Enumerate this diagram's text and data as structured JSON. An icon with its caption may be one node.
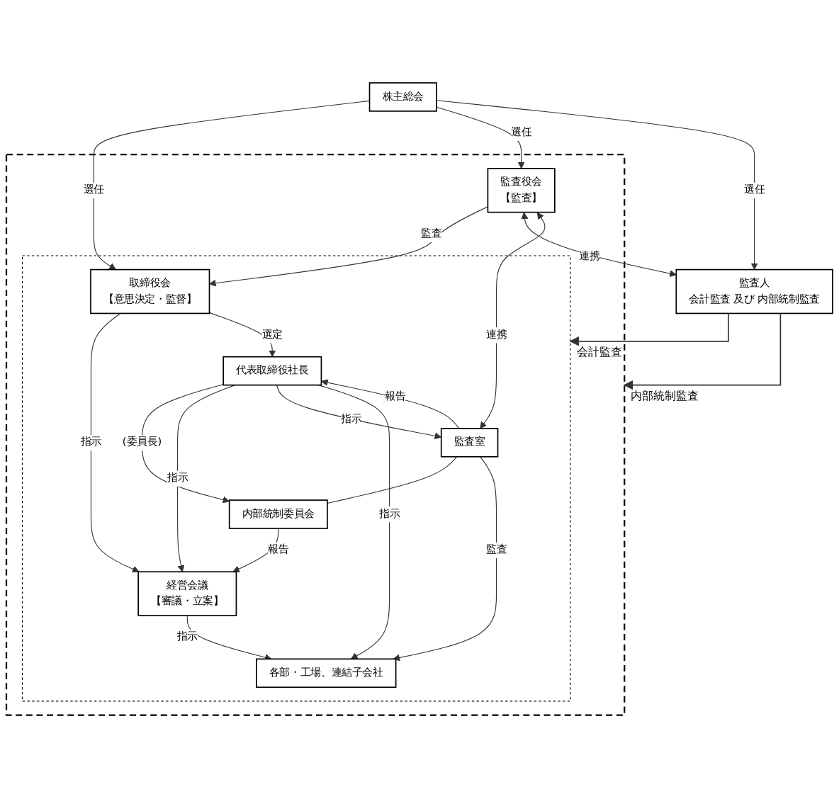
{
  "diagram": {
    "nodes": [
      {
        "text": [
          "株主総会"
        ]
      },
      {
        "text": [],
        "shape": "box"
      },
      {
        "text": [],
        "shape": "box",
        "in": 1
      },
      {
        "text": [
          "取締役会",
          "【意思決定・監督】"
        ],
        "in": 2
      },
      {
        "text": [
          "監査役会",
          "【監査】"
        ],
        "in": 1
      },
      {
        "text": [
          "監査人",
          "会計監査 及び 内部統制監査"
        ]
      },
      {
        "text": [
          "代表取締役社長"
        ],
        "in": 2
      },
      {
        "text": [
          "監査室"
        ],
        "in": 2
      },
      {
        "text": [
          "内部統制委員会"
        ],
        "in": 2
      },
      {
        "text": [
          "経営会議",
          "【審議・立案】"
        ],
        "in": 2
      },
      {
        "text": [
          "各部・工場、連結子会社"
        ],
        "in": 2
      }
    ],
    "edges": [
      {
        "from": 0,
        "to": 3,
        "arrow": "to",
        "label": "選任"
      },
      {
        "from": 0,
        "to": 4,
        "arrow": "to",
        "label": "選任"
      },
      {
        "from": 0,
        "to": 5,
        "arrow": "to",
        "label": "選任"
      },
      {
        "from": 4,
        "to": 3,
        "arrow": "to",
        "label": "監査"
      },
      {
        "from": 4,
        "to": 5,
        "arrow": "both",
        "label": "連携"
      },
      {
        "from": 3,
        "to": 9,
        "arrow": "to",
        "label": "指示"
      },
      {
        "from": 3,
        "to": 6,
        "arrow": "to",
        "label": "選定"
      },
      {
        "from": 7,
        "to": 6,
        "arrow": "to",
        "label": "報告"
      },
      {
        "from": 4,
        "to": 7,
        "arrow": "both",
        "label": "連携"
      },
      {
        "from": 6,
        "to": 8,
        "arrow": "to",
        "label": "(委員長)"
      },
      {
        "from": 6,
        "to": 9,
        "arrow": "to",
        "label": "指示"
      },
      {
        "from": 6,
        "to": 7,
        "arrow": "to",
        "label": "指示"
      },
      {
        "from": 6,
        "to": 10,
        "arrow": "to",
        "label": "指示"
      },
      {
        "from": 7,
        "to": 8,
        "arrow": "none"
      },
      {
        "from": 8,
        "to": 9,
        "arrow": "to",
        "label": "報告"
      },
      {
        "from": 7,
        "to": 10,
        "arrow": "to",
        "label": "監査"
      },
      {
        "from": 9,
        "to": 10,
        "arrow": "to",
        "label": "指示"
      },
      {
        "from": 5,
        "to": 2,
        "arrow": "to",
        "label": "会計監査"
      },
      {
        "from": 5,
        "to": 1,
        "arrow": "to",
        "label": "内部統制監査"
      }
    ]
  }
}
